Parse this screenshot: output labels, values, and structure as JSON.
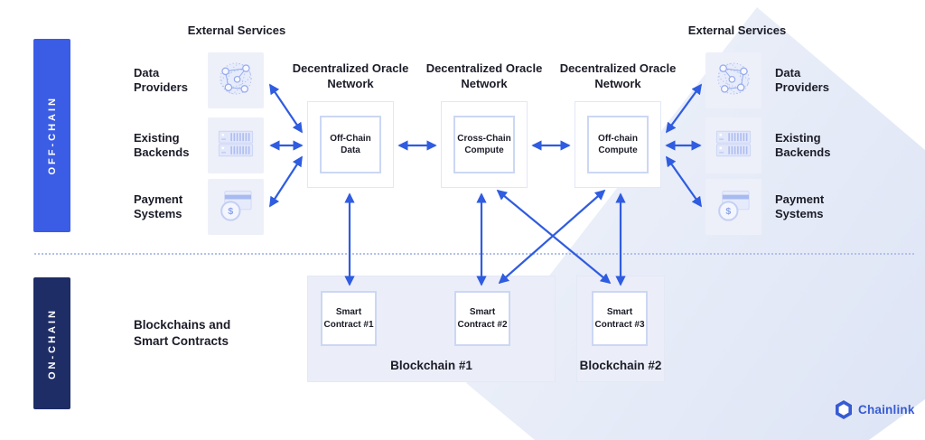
{
  "bands": {
    "off_chain": "OFF-CHAIN",
    "on_chain": "ON-CHAIN"
  },
  "headers": {
    "external_services_left": "External Services",
    "external_services_right": "External Services"
  },
  "services_left": [
    {
      "label": "Data Providers",
      "icon": "network-globe-icon"
    },
    {
      "label": "Existing Backends",
      "icon": "server-stack-icon"
    },
    {
      "label": "Payment Systems",
      "icon": "payment-card-icon"
    }
  ],
  "services_right": [
    {
      "label": "Data Providers",
      "icon": "network-globe-icon"
    },
    {
      "label": "Existing Backends",
      "icon": "server-stack-icon"
    },
    {
      "label": "Payment Systems",
      "icon": "payment-card-icon"
    }
  ],
  "oracle_networks": [
    {
      "title": "Decentralized Oracle Network",
      "node": "Off-Chain Data"
    },
    {
      "title": "Decentralized Oracle Network",
      "node": "Cross-Chain Compute"
    },
    {
      "title": "Decentralized Oracle Network",
      "node": "Off-chain Compute"
    }
  ],
  "on_chain": {
    "section_label": "Blockchains and Smart Contracts",
    "blockchains": [
      {
        "label": "Blockchain #1",
        "contracts": [
          "Smart Contract #1",
          "Smart Contract #2"
        ]
      },
      {
        "label": "Blockchain #2",
        "contracts": [
          "Smart Contract #3"
        ]
      }
    ]
  },
  "footer": {
    "brand": "Chainlink"
  },
  "colors": {
    "accent_blue": "#3b5ce4",
    "navy": "#1e2d66",
    "arrow_blue": "#2f5ce0",
    "brand_blue": "#375bd2",
    "tile_bg": "#eef0f9",
    "chain_box_bg": "#ebeef8",
    "node_border": "#ccd7f3",
    "divider_dot": "#b3c0ec"
  }
}
